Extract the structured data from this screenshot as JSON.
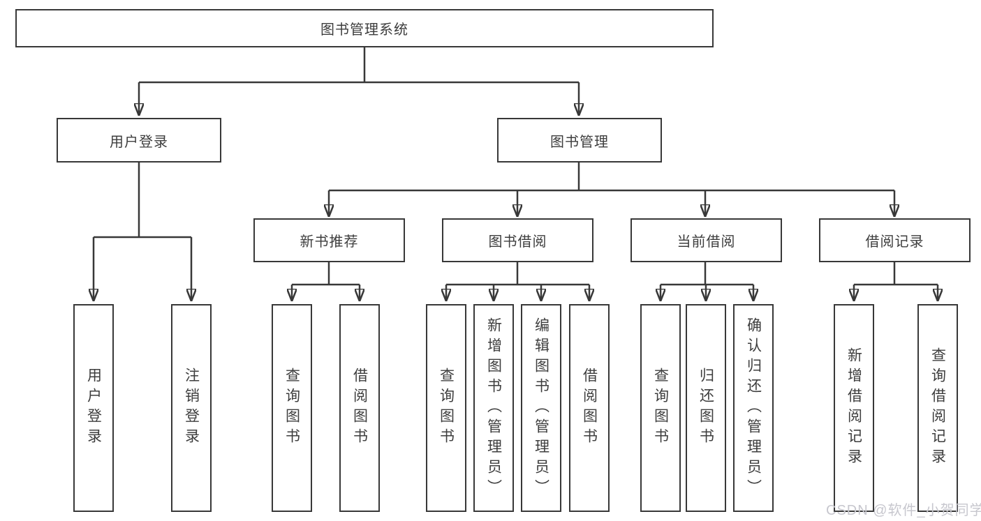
{
  "diagram": {
    "root": {
      "label": "图书管理系统"
    },
    "level2": [
      {
        "label": "用户登录"
      },
      {
        "label": "图书管理"
      }
    ],
    "level3": [
      {
        "label": "新书推荐"
      },
      {
        "label": "图书借阅"
      },
      {
        "label": "当前借阅"
      },
      {
        "label": "借阅记录"
      }
    ],
    "leaves": {
      "login": [
        "用户登录",
        "注销登录"
      ],
      "newbook": [
        "查询图书",
        "借阅图书"
      ],
      "borrow": [
        "查询图书",
        "新增图书（管理员）",
        "编辑图书（管理员）",
        "借阅图书"
      ],
      "current": [
        "查询图书",
        "归还图书",
        "确认归还（管理员）"
      ],
      "records": [
        "新增借阅记录",
        "查询借阅记录"
      ]
    }
  },
  "watermark": {
    "text": "CSDN @软件_小贺同学"
  },
  "colors": {
    "line": "#383838",
    "text": "#3d3d3d",
    "background": "#ffffff",
    "watermark": "#c7c7ce"
  }
}
